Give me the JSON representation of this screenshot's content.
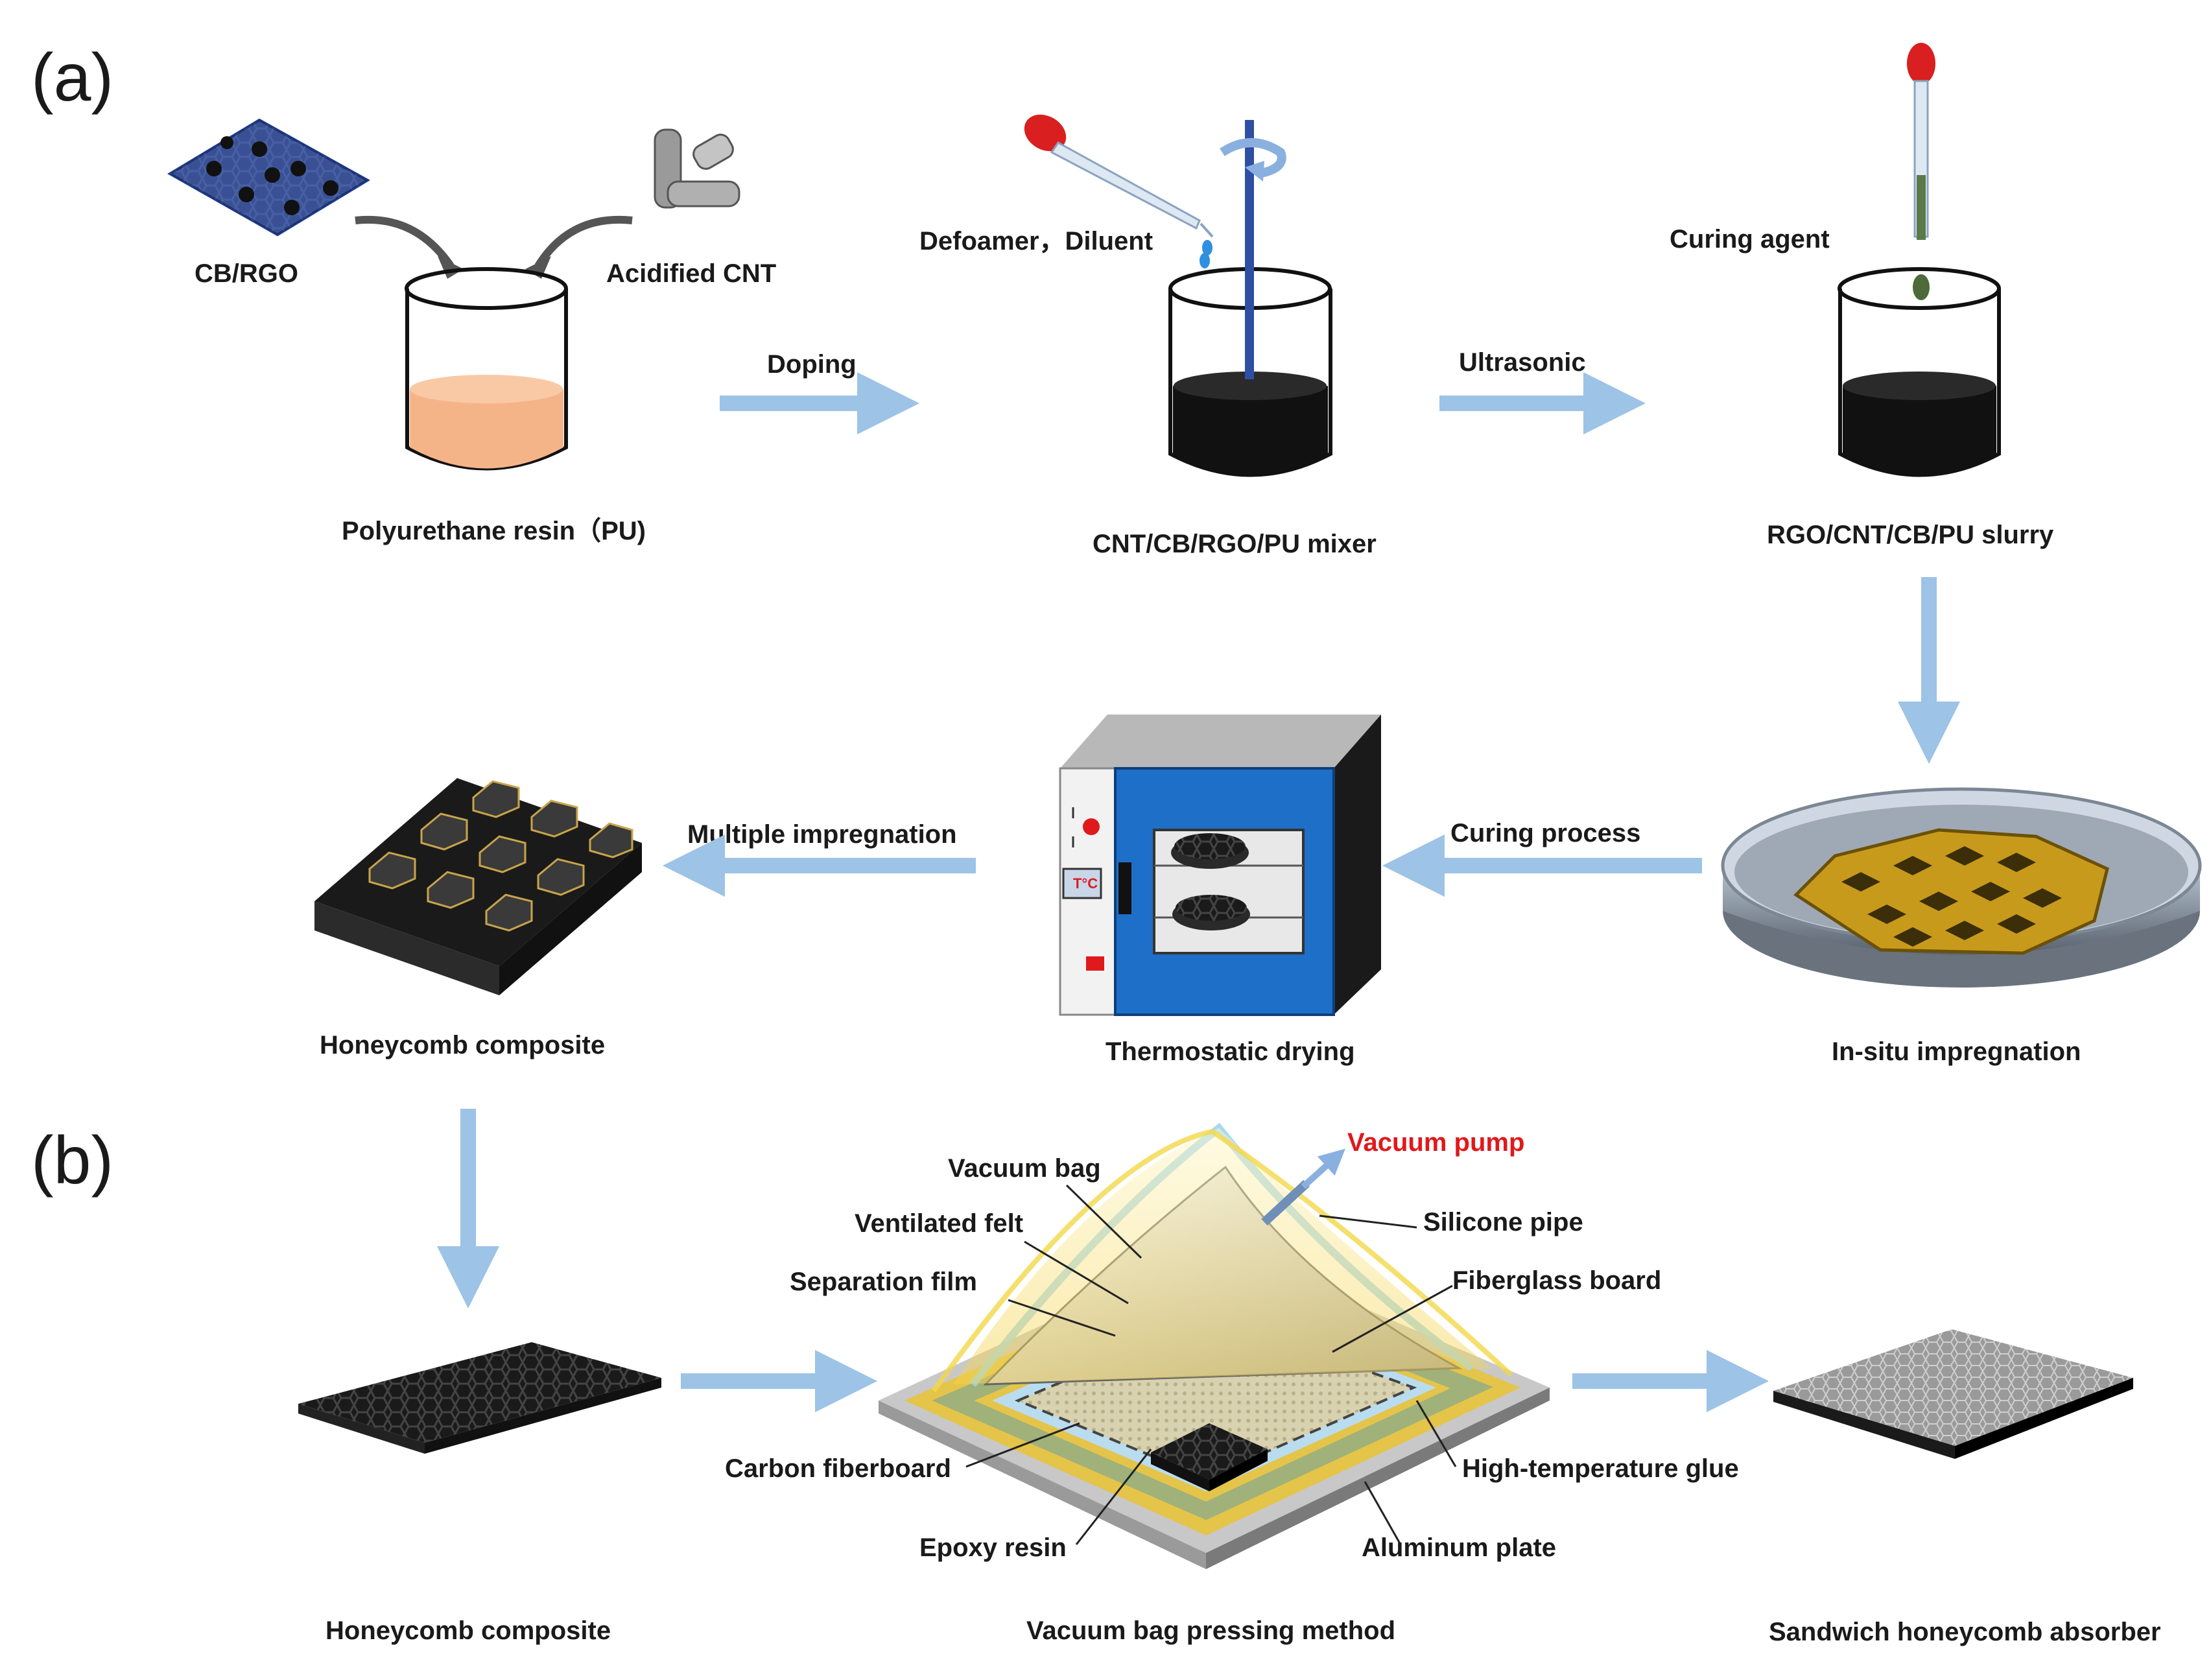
{
  "panels": {
    "a": "(a)",
    "b": "(b)"
  },
  "labels": {
    "cb_rgo": "CB/RGO",
    "acidified_cnt": "Acidified CNT",
    "pu_resin": "Polyurethane resin（PU)",
    "doping": "Doping",
    "defoamer": "Defoamer，Diluent",
    "mixer": "CNT/CB/RGO/PU mixer",
    "ultrasonic": "Ultrasonic",
    "curing_agent": "Curing agent",
    "slurry": "RGO/CNT/CB/PU slurry",
    "in_situ": "In-situ impregnation",
    "curing_process": "Curing process",
    "thermostatic": "Thermostatic drying",
    "multiple": "Multiple impregnation",
    "honeycomb_a": "Honeycomb composite",
    "honeycomb_b": "Honeycomb composite",
    "vacuum_pump": "Vacuum pump",
    "vacuum_bag": "Vacuum bag",
    "ventilated_felt": "Ventilated felt",
    "separation_film": "Separation film",
    "silicone_pipe": "Silicone pipe",
    "fiberglass_board": "Fiberglass board",
    "carbon_fiberboard": "Carbon fiberboard",
    "epoxy_resin": "Epoxy resin",
    "high_temp_glue": "High-temperature glue",
    "aluminum_plate": "Aluminum plate",
    "vacuum_method": "Vacuum bag pressing method",
    "sandwich": "Sandwich honeycomb absorber",
    "oven_display": "T°C"
  },
  "colors": {
    "arrow": "#9dc3e6",
    "pu_fill": "#f5b488",
    "slurry": "#111111",
    "oven_blue": "#1e6fc8",
    "honeycomb_gold": "#c89a1c",
    "vacuum_pump_red": "#e0191c"
  }
}
